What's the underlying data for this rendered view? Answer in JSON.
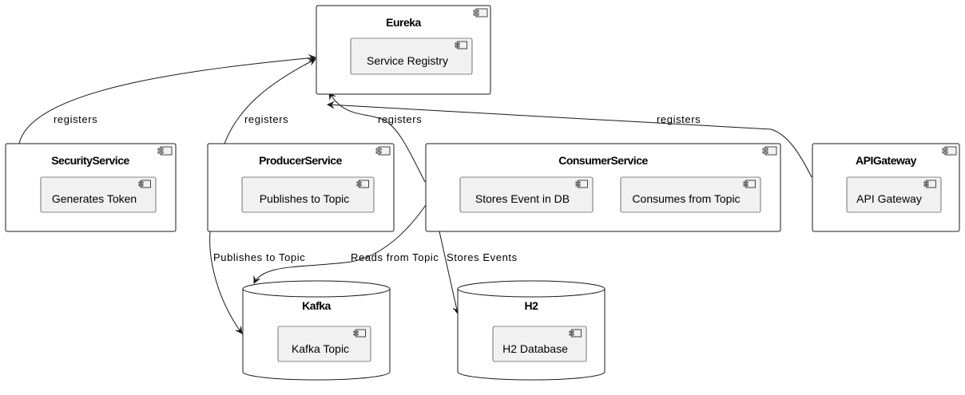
{
  "nodes": {
    "eureka": {
      "title": "Eureka",
      "inner": "Service Registry"
    },
    "security": {
      "title": "SecurityService",
      "inner": "Generates Token"
    },
    "producer": {
      "title": "ProducerService",
      "inner": "Publishes to Topic"
    },
    "consumer": {
      "title": "ConsumerService",
      "inner_db": "Stores Event in DB",
      "inner_topic": "Consumes from Topic"
    },
    "gateway": {
      "title": "APIGateway",
      "inner": "API Gateway"
    },
    "kafka": {
      "title": "Kafka",
      "inner": "Kafka Topic"
    },
    "h2": {
      "title": "H2",
      "inner": "H2 Database"
    }
  },
  "edges": {
    "security_registers": "registers",
    "producer_registers": "registers",
    "consumer_registers": "registers",
    "gateway_registers": "registers",
    "producer_publishes": "Publishes to Topic",
    "consumer_reads": "Reads from Topic",
    "consumer_stores": "Stores Events"
  }
}
